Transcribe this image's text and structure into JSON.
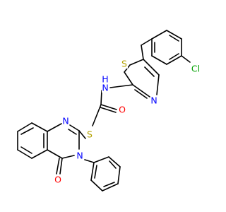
{
  "colors": {
    "bond": "#000000",
    "N": "#0000ff",
    "O": "#ff0000",
    "S": "#b3a100",
    "Cl": "#00a000"
  },
  "atoms": [
    {
      "id": "cl",
      "label": "Cl",
      "element": "Cl"
    },
    {
      "id": "s1",
      "label": "S",
      "element": "S"
    },
    {
      "id": "nh",
      "label": "N",
      "element": "N"
    },
    {
      "id": "h",
      "label": "H",
      "element": "N"
    },
    {
      "id": "n_th",
      "label": "N",
      "element": "N"
    },
    {
      "id": "o1",
      "label": "O",
      "element": "O"
    },
    {
      "id": "s2",
      "label": "S",
      "element": "S"
    },
    {
      "id": "n1q",
      "label": "N",
      "element": "N"
    },
    {
      "id": "n3q",
      "label": "N",
      "element": "N"
    },
    {
      "id": "o2",
      "label": "O",
      "element": "O"
    }
  ]
}
